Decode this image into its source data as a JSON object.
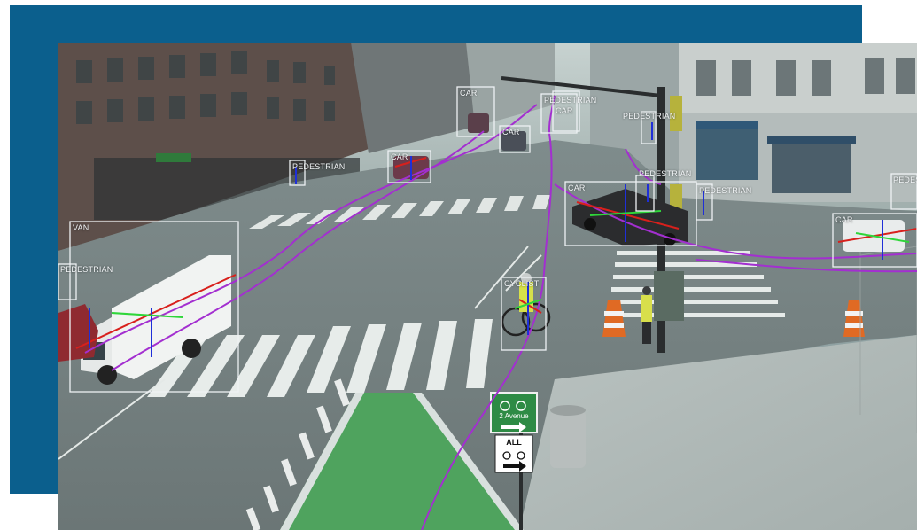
{
  "scene": {
    "type": "traffic-camera-object-detection",
    "colors": {
      "backdrop": "#0b5f8d",
      "box": "#eef2f4",
      "trajectory": "#a32fd0",
      "axis_red": "#d8201c",
      "axis_green": "#2fd63a",
      "axis_blue": "#1f2fd8"
    },
    "detections": [
      {
        "label": "VAN"
      },
      {
        "label": "PEDESTRIAN"
      },
      {
        "label": "PEDESTRIAN"
      },
      {
        "label": "CAR"
      },
      {
        "label": "CAR"
      },
      {
        "label": "CAR"
      },
      {
        "label": "CAR"
      },
      {
        "label": "CYCLIST"
      },
      {
        "label": "CAR"
      },
      {
        "label": "PEDESTRIAN"
      },
      {
        "label": "PEDESTRIAN"
      },
      {
        "label": "PEDESTRIAN"
      },
      {
        "label": "CAR"
      },
      {
        "label": "PEDESTRIAN"
      },
      {
        "label": "PEDESTRIAN"
      }
    ],
    "signs": {
      "bike_route_top": "2 Avenue",
      "bike_route_bottom": "ALL"
    }
  }
}
